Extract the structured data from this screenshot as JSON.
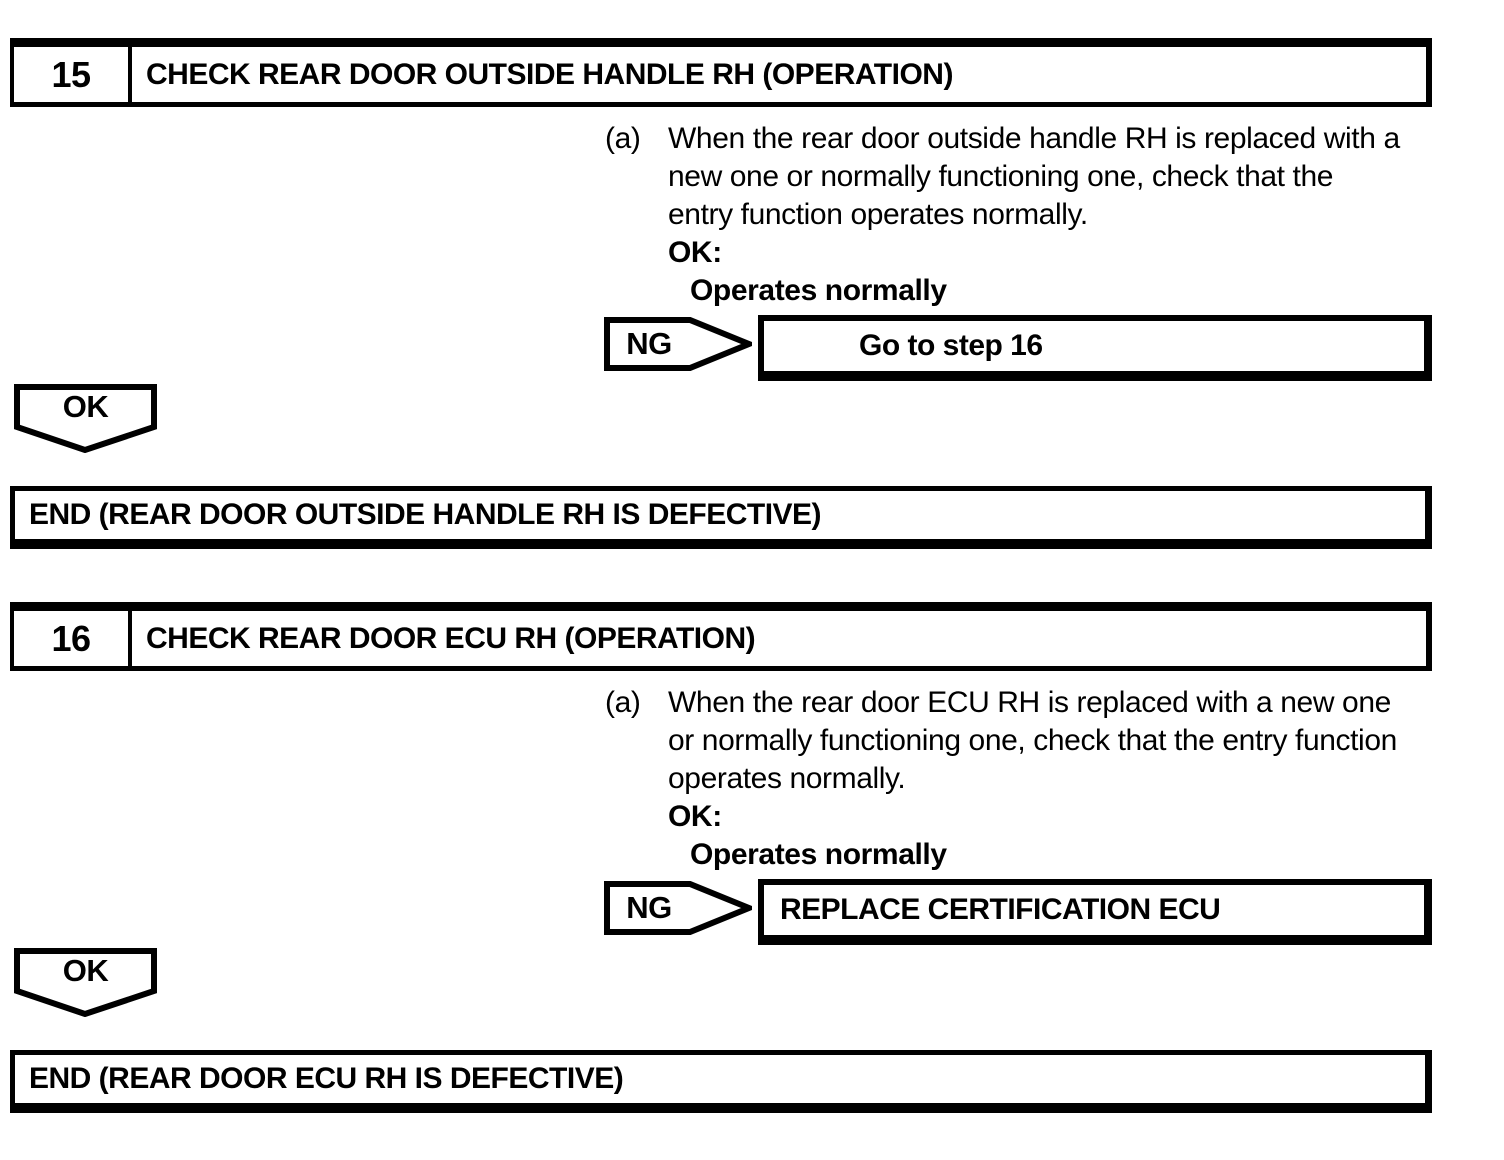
{
  "page": {
    "colors": {
      "ink": "#000000",
      "paper": "#ffffff"
    }
  },
  "steps": [
    {
      "number": "15",
      "title": "CHECK REAR DOOR OUTSIDE HANDLE RH (OPERATION)",
      "item_label": "(a)",
      "body_lines": [
        "When the rear door outside handle RH is replaced with a",
        "new one or normally functioning one, check that the",
        "entry function operates normally."
      ],
      "ok_head": "OK:",
      "ok_condition": "Operates normally",
      "ng_label": "NG",
      "ng_result": "Go to step 16",
      "ok_label": "OK",
      "end_text": "END (REAR DOOR OUTSIDE HANDLE RH IS DEFECTIVE)"
    },
    {
      "number": "16",
      "title": "CHECK REAR DOOR ECU RH (OPERATION)",
      "item_label": "(a)",
      "body_lines": [
        "When the rear door ECU RH is replaced with a new one",
        "or normally functioning one, check that the entry function",
        "operates normally."
      ],
      "ok_head": "OK:",
      "ok_condition": "Operates normally",
      "ng_label": "NG",
      "ng_result": "REPLACE CERTIFICATION ECU",
      "ok_label": "OK",
      "end_text": "END (REAR DOOR ECU RH IS DEFECTIVE)"
    }
  ]
}
